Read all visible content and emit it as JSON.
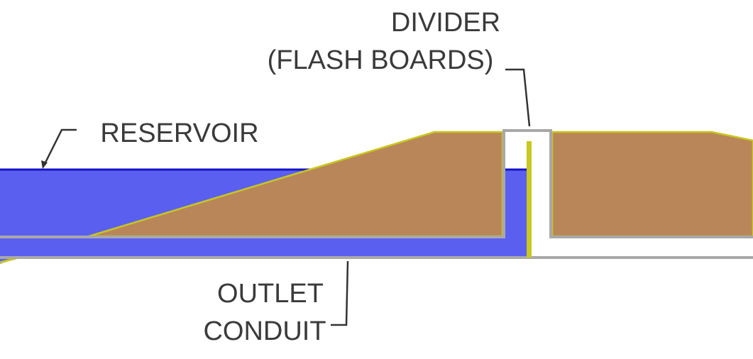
{
  "labels": {
    "divider_line1": "DIVIDER",
    "divider_line2": "(FLASH BOARDS)",
    "reservoir": "RESERVOIR",
    "outlet_line1": "OUTLET",
    "outlet_line2": "CONDUIT"
  },
  "colors": {
    "water": "#5b5ff0",
    "water_surface": "#1414c8",
    "embankment": "#b9865a",
    "embankment_edge": "#c8c81e",
    "conduit_wall": "#a8a8a8",
    "flash_board": "#c8c81e",
    "text": "#3a3a3a"
  }
}
